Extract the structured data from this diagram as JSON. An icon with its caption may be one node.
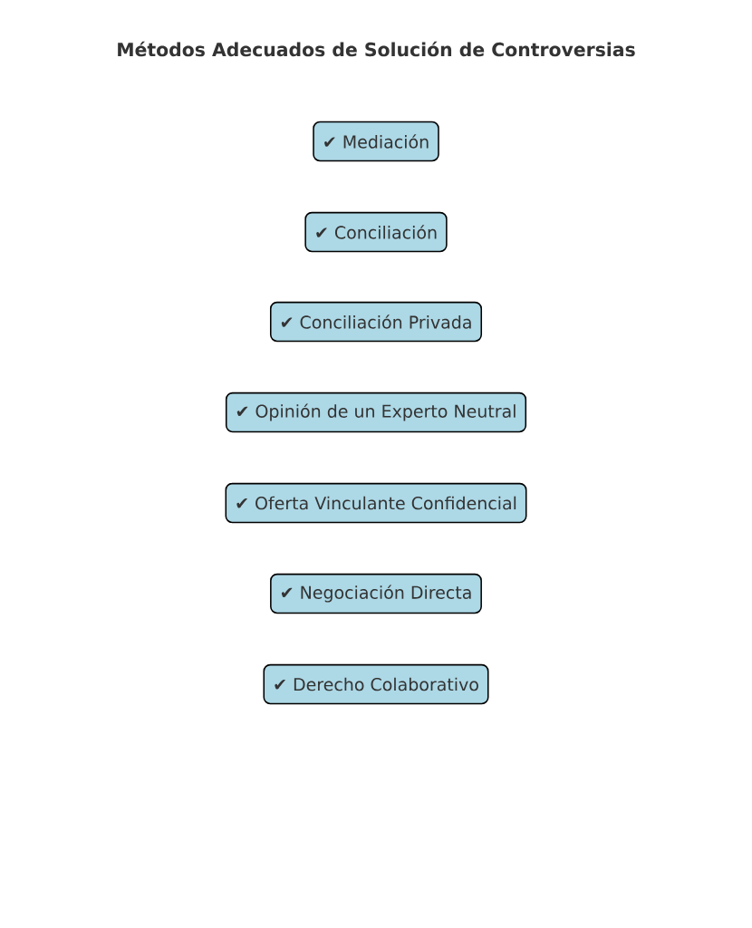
{
  "diagram": {
    "title": "Métodos Adecuados de Solución de Controversias",
    "nodes": [
      {
        "text": [
          "✔ Mediación"
        ]
      },
      {
        "text": [
          "✔ Conciliación"
        ]
      },
      {
        "text": [
          "✔ Conciliación Privada"
        ]
      },
      {
        "text": [
          "✔ Opinión de un Experto Neutral"
        ]
      },
      {
        "text": [
          "✔ Oferta Vinculante Confidencial"
        ]
      },
      {
        "text": [
          "✔ Negociación Directa"
        ]
      },
      {
        "text": [
          "✔ Derecho Colaborativo"
        ]
      }
    ]
  }
}
